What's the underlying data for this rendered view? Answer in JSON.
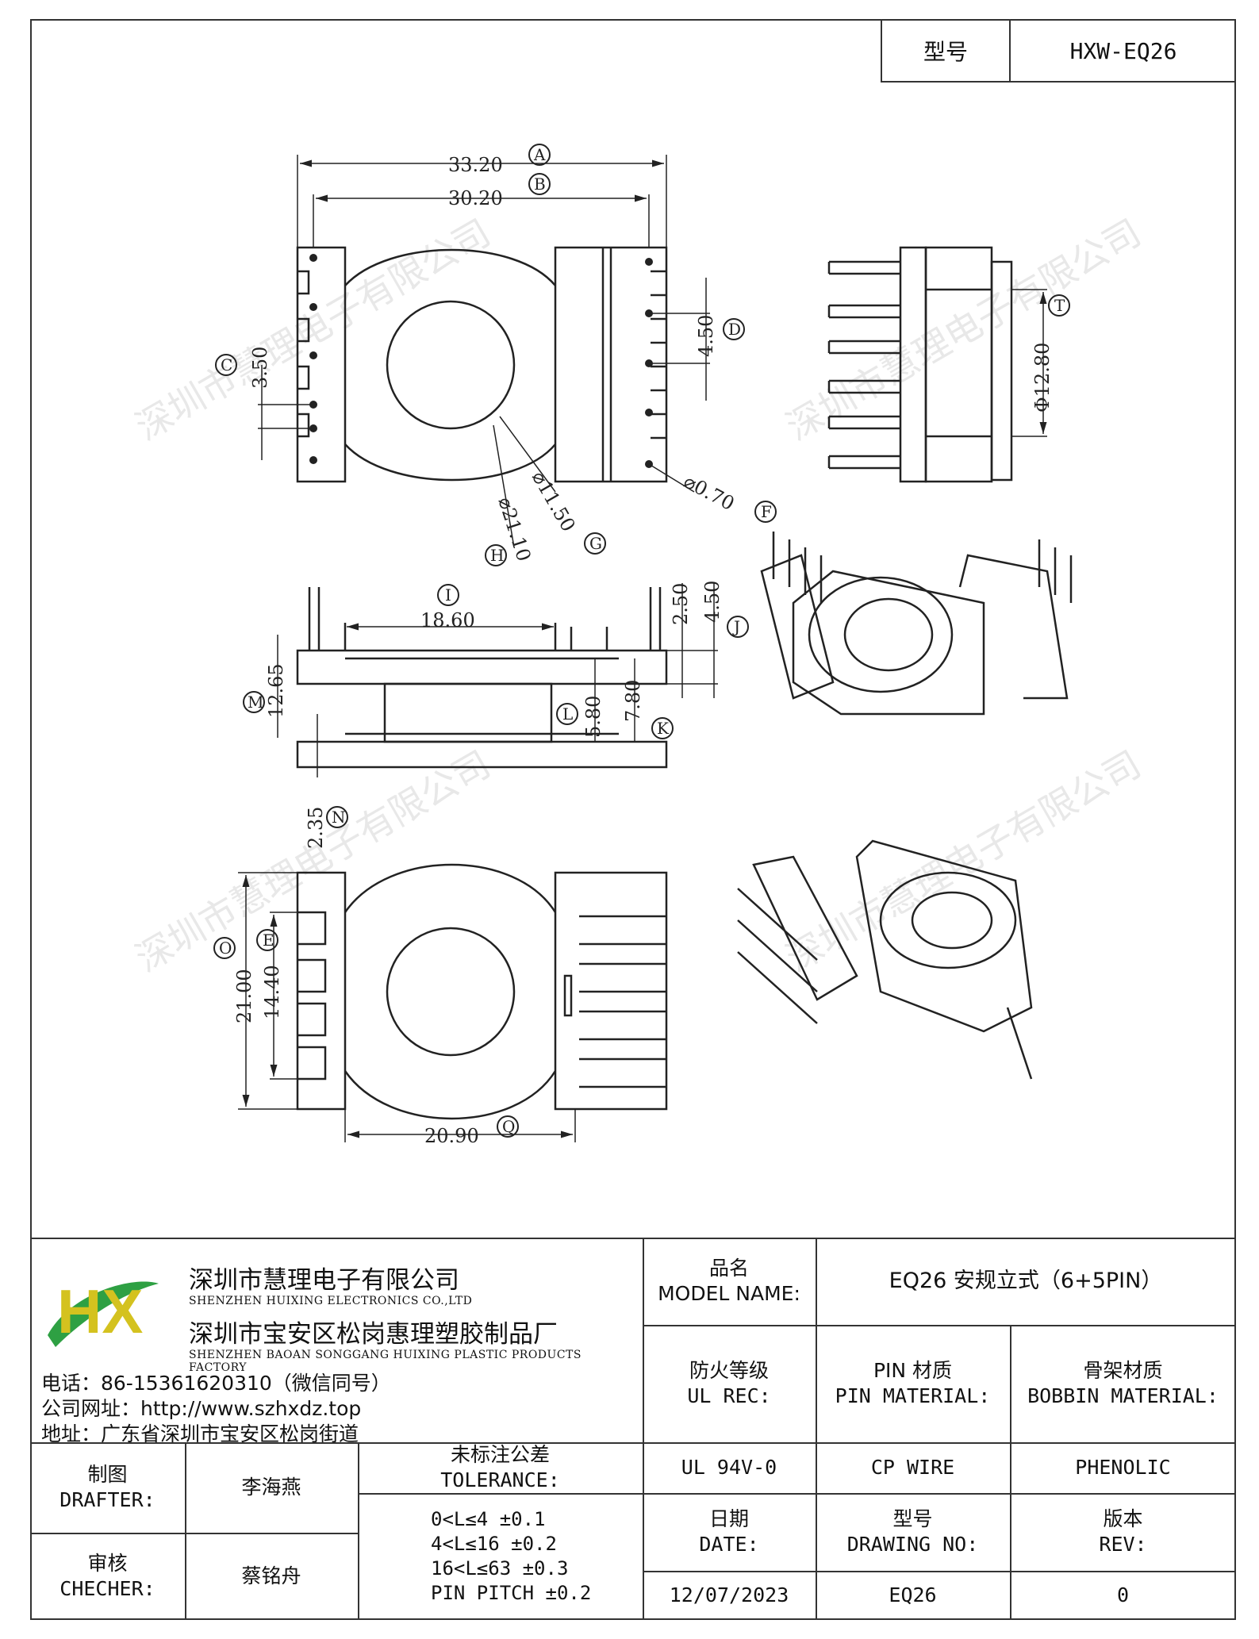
{
  "header": {
    "model_label": "型号",
    "model_value": "HXW-EQ26"
  },
  "dimensions": {
    "A": "33.20",
    "B": "30.20",
    "C": "3.50",
    "D": "4.50",
    "F": "⌀0.70",
    "G": "⌀11.50",
    "H": "⌀21.10",
    "T": "Φ12.80",
    "I": "18.60",
    "J1": "2.50",
    "J2": "4.50",
    "M": "12.65",
    "L": "5.80",
    "K": "7.80",
    "N": "2.35",
    "O": "21.00",
    "E": "14.40",
    "Q": "20.90"
  },
  "markers": {
    "A": "A",
    "B": "B",
    "C": "C",
    "D": "D",
    "F": "F",
    "G": "G",
    "H": "H",
    "T": "T",
    "I": "I",
    "J": "J",
    "M": "M",
    "L": "L",
    "K": "K",
    "N": "N",
    "O": "O",
    "E": "E",
    "Q": "Q"
  },
  "watermark": "深圳市慧理电子有限公司",
  "company": {
    "logo_letters": "HX",
    "name_cn": "深圳市慧理电子有限公司",
    "name_en": "SHENZHEN HUIXING ELECTRONICS CO.,LTD",
    "factory_cn": "深圳市宝安区松岗惠理塑胶制品厂",
    "factory_en": "SHENZHEN BAOAN SONGGANG HUIXING PLASTIC PRODUCTS FACTORY",
    "phone": "电话：86-15361620310（微信同号）",
    "website": "公司网址：http://www.szhxdz.top",
    "address": "地址：广东省深圳市宝安区松岗街道"
  },
  "title_block": {
    "model_name_cn": "品名",
    "model_name_en": "MODEL NAME:",
    "model_name_value": "EQ26 安规立式（6+5PIN）",
    "ul_cn": "防火等级",
    "ul_en": "UL REC:",
    "pin_cn": "PIN 材质",
    "pin_en": "PIN MATERIAL:",
    "bobbin_cn": "骨架材质",
    "bobbin_en": "BOBBIN MATERIAL:",
    "ul_value": "UL 94V-0",
    "pin_value": "CP WIRE",
    "bobbin_value": "PHENOLIC",
    "drafter_cn": "制图",
    "drafter_en": "DRAFTER:",
    "drafter_name": "李海燕",
    "checker_cn": "审核",
    "checker_en": "CHECHER:",
    "checker_name": "蔡铭舟",
    "tolerance_cn": "未标注公差",
    "tolerance_en": "TOLERANCE:",
    "tolerances": [
      "0<L≤4  ±0.1",
      "4<L≤16 ±0.2",
      "16<L≤63 ±0.3",
      "PIN PITCH ±0.2"
    ],
    "date_cn": "日期",
    "date_en": "DATE:",
    "date_value": "12/07/2023",
    "drawing_cn": "型号",
    "drawing_en": "DRAWING NO:",
    "drawing_value": "EQ26",
    "rev_cn": "版本",
    "rev_en": "REV:",
    "rev_value": "0"
  }
}
